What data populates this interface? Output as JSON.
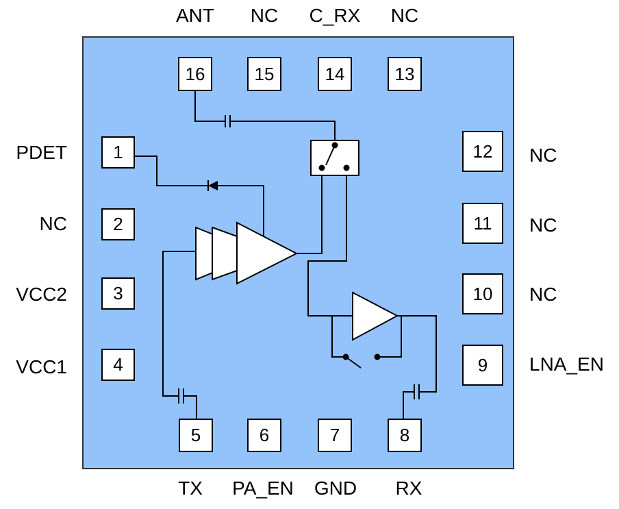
{
  "chip": {
    "body_color": "#94c3fb"
  },
  "pins": {
    "p1": {
      "num": "1",
      "label": "PDET"
    },
    "p2": {
      "num": "2",
      "label": "NC"
    },
    "p3": {
      "num": "3",
      "label": "VCC2"
    },
    "p4": {
      "num": "4",
      "label": "VCC1"
    },
    "p5": {
      "num": "5",
      "label": "TX"
    },
    "p6": {
      "num": "6",
      "label": "PA_EN"
    },
    "p7": {
      "num": "7",
      "label": "GND"
    },
    "p8": {
      "num": "8",
      "label": "RX"
    },
    "p9": {
      "num": "9",
      "label": "LNA_EN"
    },
    "p10": {
      "num": "10",
      "label": "NC"
    },
    "p11": {
      "num": "11",
      "label": "NC"
    },
    "p12": {
      "num": "12",
      "label": "NC"
    },
    "p13": {
      "num": "13",
      "label": "NC"
    },
    "p14": {
      "num": "14",
      "label": "C_RX"
    },
    "p15": {
      "num": "15",
      "label": "NC"
    },
    "p16": {
      "num": "16",
      "label": "ANT"
    }
  }
}
